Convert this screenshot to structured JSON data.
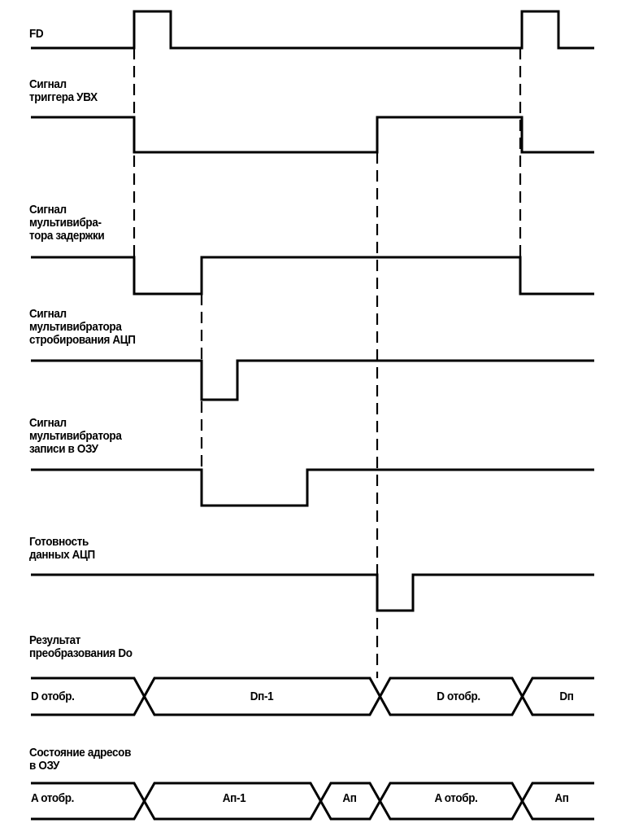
{
  "signals": [
    {
      "id": "fd",
      "label_lines": [
        "FD"
      ]
    },
    {
      "id": "uvx",
      "label_lines": [
        "Сигнал",
        "триггера УВХ"
      ]
    },
    {
      "id": "delay",
      "label_lines": [
        "Сигнал",
        "мультивибра-",
        "тора задержки"
      ]
    },
    {
      "id": "adc_strobe",
      "label_lines": [
        "Сигнал",
        "мультивибратора",
        "стробирования АЦП"
      ]
    },
    {
      "id": "ram_write",
      "label_lines": [
        "Сигнал",
        "мультивибратора",
        "записи в ОЗУ"
      ]
    },
    {
      "id": "adc_ready",
      "label_lines": [
        "Готовность",
        "данных АЦП"
      ]
    }
  ],
  "buses": [
    {
      "id": "result",
      "label_lines": [
        "Результат",
        "преобразования Do"
      ],
      "segments": [
        "D отобр.",
        "Dп-1",
        "D отобр.",
        "Dп"
      ]
    },
    {
      "id": "address",
      "label_lines": [
        "Состояние адресов",
        "в ОЗУ"
      ],
      "segments": [
        "A отобр.",
        "Aп-1",
        "Aп",
        "A отобр.",
        "Aп"
      ]
    }
  ]
}
